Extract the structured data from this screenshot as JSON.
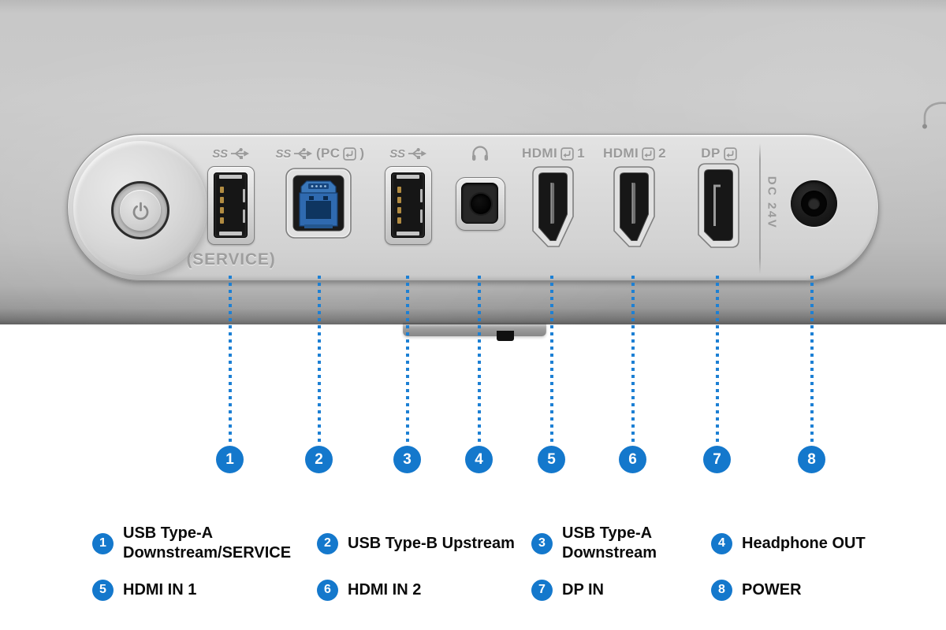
{
  "colors": {
    "accent_blue": "#1478cc",
    "dotted_line_blue": "#1d80d4",
    "engraved_label_gray": "#9a9a9a",
    "monitor_body_gray": "#c6c6c6",
    "panel_gray": "#d8d8d8"
  },
  "panel": {
    "service_label": "(SERVICE)",
    "dc_label": "DC 24V",
    "port_labels": {
      "ss_1": "SS",
      "ss_2": "SS",
      "pc_open": "(PC",
      "pc_close": ")",
      "ss_3": "SS",
      "hdmi_1_text": "HDMI",
      "hdmi_1_num": "1",
      "hdmi_2_text": "HDMI",
      "hdmi_2_num": "2",
      "dp_text": "DP"
    },
    "icons": {
      "power": "power-icon",
      "superspeed_usb": "usb-superspeed-icon",
      "input_arrow": "input-arrow-icon",
      "headphone": "headphone-icon"
    }
  },
  "callouts": [
    "1",
    "2",
    "3",
    "4",
    "5",
    "6",
    "7",
    "8"
  ],
  "legend": [
    {
      "num": "1",
      "line1": "USB Type-A",
      "line2": "Downstream/SERVICE"
    },
    {
      "num": "2",
      "line1": "USB Type-B Upstream",
      "line2": ""
    },
    {
      "num": "3",
      "line1": "USB Type-A",
      "line2": "Downstream"
    },
    {
      "num": "4",
      "line1": "Headphone OUT",
      "line2": ""
    },
    {
      "num": "5",
      "line1": "HDMI IN 1",
      "line2": ""
    },
    {
      "num": "6",
      "line1": "HDMI IN 2",
      "line2": ""
    },
    {
      "num": "7",
      "line1": "DP IN",
      "line2": ""
    },
    {
      "num": "8",
      "line1": "POWER",
      "line2": ""
    }
  ]
}
